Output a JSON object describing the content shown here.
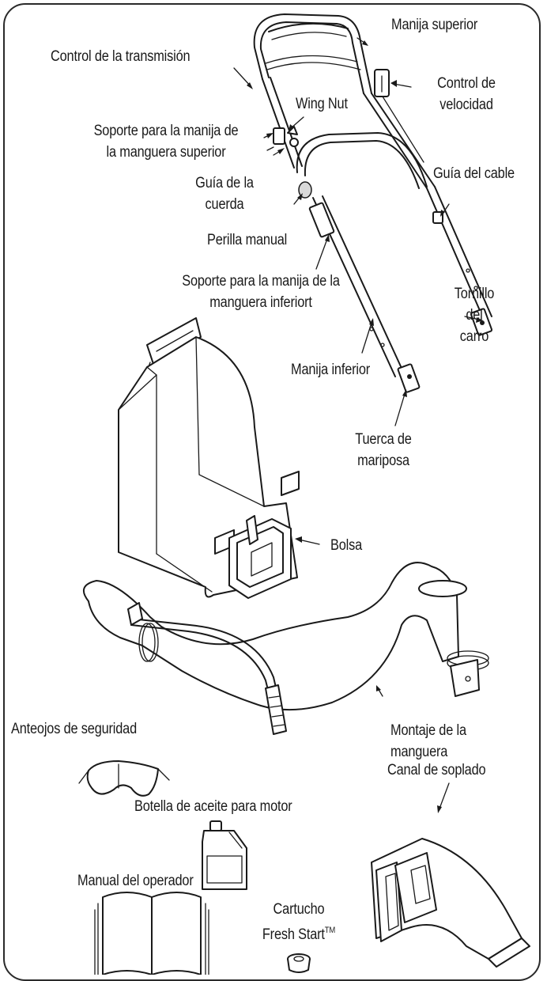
{
  "labels": {
    "upper_handle": "Manija superior",
    "drive_control": "Control de la transmisión",
    "speed_control": [
      "Control de",
      "velocidad"
    ],
    "wing_nut": "Wing Nut",
    "upper_hose_handle_support": [
      "Soporte para la manija de",
      "la manguera superior"
    ],
    "rope_guide": [
      "Guía de la",
      "cuerda"
    ],
    "cable_guide": "Guía del cable",
    "hand_knob": "Perilla manual",
    "lower_hose_handle_support": [
      "Soporte para la manija de la",
      "manguera inferiort"
    ],
    "carriage_bolt": [
      "Tornillo",
      "del",
      "carro"
    ],
    "lower_handle": "Manija inferior",
    "butterfly_nut": [
      "Tuerca de",
      "mariposa"
    ],
    "bag": "Bolsa",
    "safety_glasses": "Anteojos de seguridad",
    "hose_assembly": [
      "Montaje de la",
      "manguera"
    ],
    "engine_oil_bottle": "Botella de aceite para motor",
    "blower_chute": "Canal de soplado",
    "operators_manual": "Manual del operador",
    "fresh_start_line1": "Cartucho",
    "fresh_start_line2": "Fresh Start",
    "fresh_start_tm": "TM"
  },
  "colors": {
    "ink": "#1a1a1a",
    "paper": "#ffffff",
    "shade": "#d9d9d9"
  }
}
